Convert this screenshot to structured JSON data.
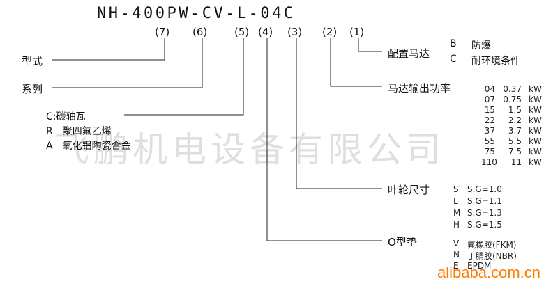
{
  "model_code": "NH-400PW-CV-L-04C",
  "positions": [
    "(7)",
    "(6)",
    "(5)",
    "(4)",
    "(3)",
    "(2)",
    "(1)"
  ],
  "type_label": "型式",
  "series_label": "系列",
  "bearing_options": [
    "C:碳轴瓦",
    "R　聚四氟乙烯",
    "A　氧化铝陶瓷合金"
  ],
  "motor": {
    "label": "配置马达",
    "options": [
      {
        "code": "B",
        "desc": "防爆"
      },
      {
        "code": "C",
        "desc": "耐环境条件"
      }
    ]
  },
  "power": {
    "label": "马达输出功率",
    "rows": [
      {
        "code": "04",
        "value": "0.37",
        "unit": "kW"
      },
      {
        "code": "07",
        "value": "0.75",
        "unit": "kW"
      },
      {
        "code": "15",
        "value": "1.5",
        "unit": "kW"
      },
      {
        "code": "22",
        "value": "2.2",
        "unit": "kW"
      },
      {
        "code": "37",
        "value": "3.7",
        "unit": "kW"
      },
      {
        "code": "55",
        "value": "5.5",
        "unit": "kW"
      },
      {
        "code": "75",
        "value": "7.5",
        "unit": "kW"
      },
      {
        "code": "110",
        "value": "11",
        "unit": "kW"
      }
    ]
  },
  "impeller": {
    "label": "叶轮尺寸",
    "rows": [
      {
        "code": "S",
        "value": "S.G=1.0"
      },
      {
        "code": "L",
        "value": "S.G=1.1"
      },
      {
        "code": "M",
        "value": "S.G=1.3"
      },
      {
        "code": "H",
        "value": "S.G=1.5"
      }
    ]
  },
  "oring": {
    "label": "O型垫",
    "rows": [
      {
        "code": "V",
        "value": "氟橡胶(FKM)"
      },
      {
        "code": "N",
        "value": "丁腈胶(NBR)"
      },
      {
        "code": "E",
        "value": "EPDM"
      }
    ]
  },
  "watermark": "飞鹏机电设备有限公司",
  "brand": "alibaba.com.cn"
}
